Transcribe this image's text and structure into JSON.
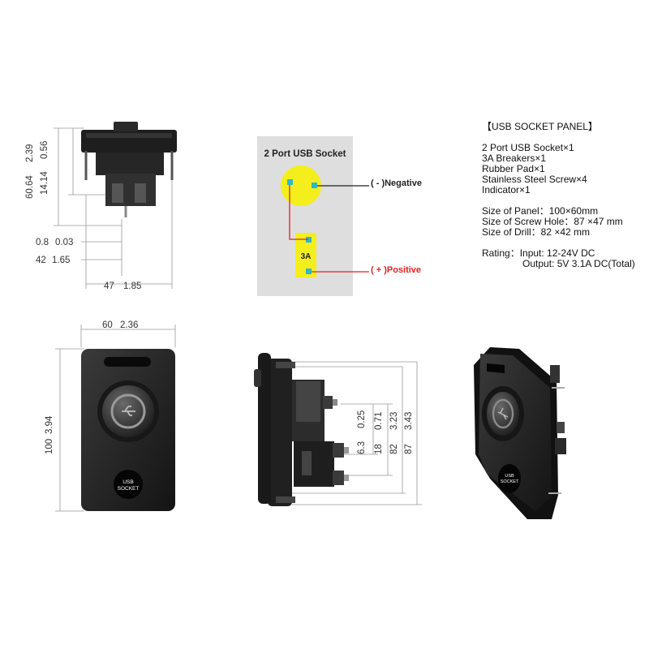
{
  "wiring": {
    "title": "2 Port USB Socket",
    "breaker_label": "3A",
    "negative_label": "( - )Negative",
    "positive_label": "( + )Positive",
    "colors": {
      "socket": "#f4ee1c",
      "breaker": "#f4ee1c",
      "wire": "#e02020",
      "contact": "#2fb8c8",
      "background": "#dedede"
    }
  },
  "spec": {
    "title": "【USB SOCKET PANEL】",
    "contents": [
      "2 Port USB Socket×1",
      "3A Breakers×1",
      "Rubber Pad×1",
      "Stainless Steel Screw×4",
      "Indicator×1"
    ],
    "sizes": [
      "Size of Panel：100×60mm",
      "Size of Screw Hole：87 ×47 mm",
      "Size of Drill：82 ×42 mm"
    ],
    "rating_input": "Rating：Input: 12-24V DC",
    "rating_output": "Output: 5V  3.1A DC(Total)"
  },
  "dimensions": {
    "top_view": {
      "height_total": "60.64",
      "height_total_in": "2.39",
      "height_sub": "14.14",
      "height_sub_in": "0.56",
      "thick": "0.8",
      "thick_in": "0.03",
      "depth": "42",
      "depth_in": "1.65",
      "width": "47",
      "width_in": "1.85"
    },
    "front_view": {
      "width": "60",
      "width_in": "2.36",
      "height": "100",
      "height_in": "3.94"
    },
    "side_view": {
      "d1": "6.3",
      "d1_in": "0.25",
      "d2": "18",
      "d2_in": "0.71",
      "d3": "82",
      "d3_in": "3.23",
      "d4": "87",
      "d4_in": "3.43"
    }
  },
  "panel": {
    "socket_label_line1": "USB",
    "socket_label_line2": "SOCKET"
  }
}
